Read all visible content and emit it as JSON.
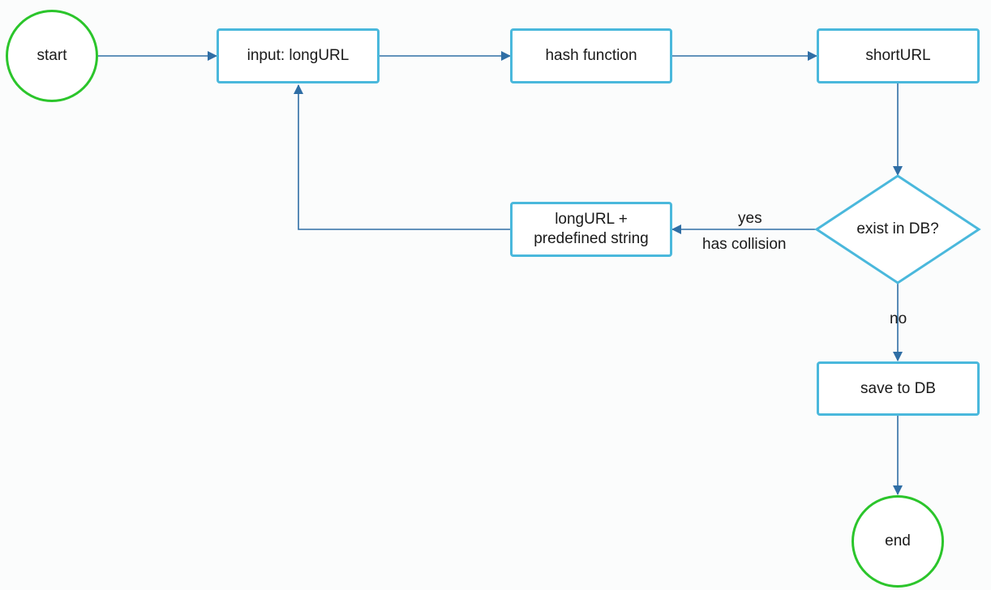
{
  "nodes": {
    "start": "start",
    "input": "input: longURL",
    "hash": "hash function",
    "short": "shortURL",
    "exist": "exist in DB?",
    "retry": "longURL +\npredefined string",
    "save": "save to DB",
    "end": "end"
  },
  "edge_labels": {
    "yes": "yes",
    "collision": "has collision",
    "no": "no"
  },
  "colors": {
    "terminal_border": "#2bc52b",
    "process_border": "#4ab8dc",
    "arrow": "#2f6ea5"
  }
}
